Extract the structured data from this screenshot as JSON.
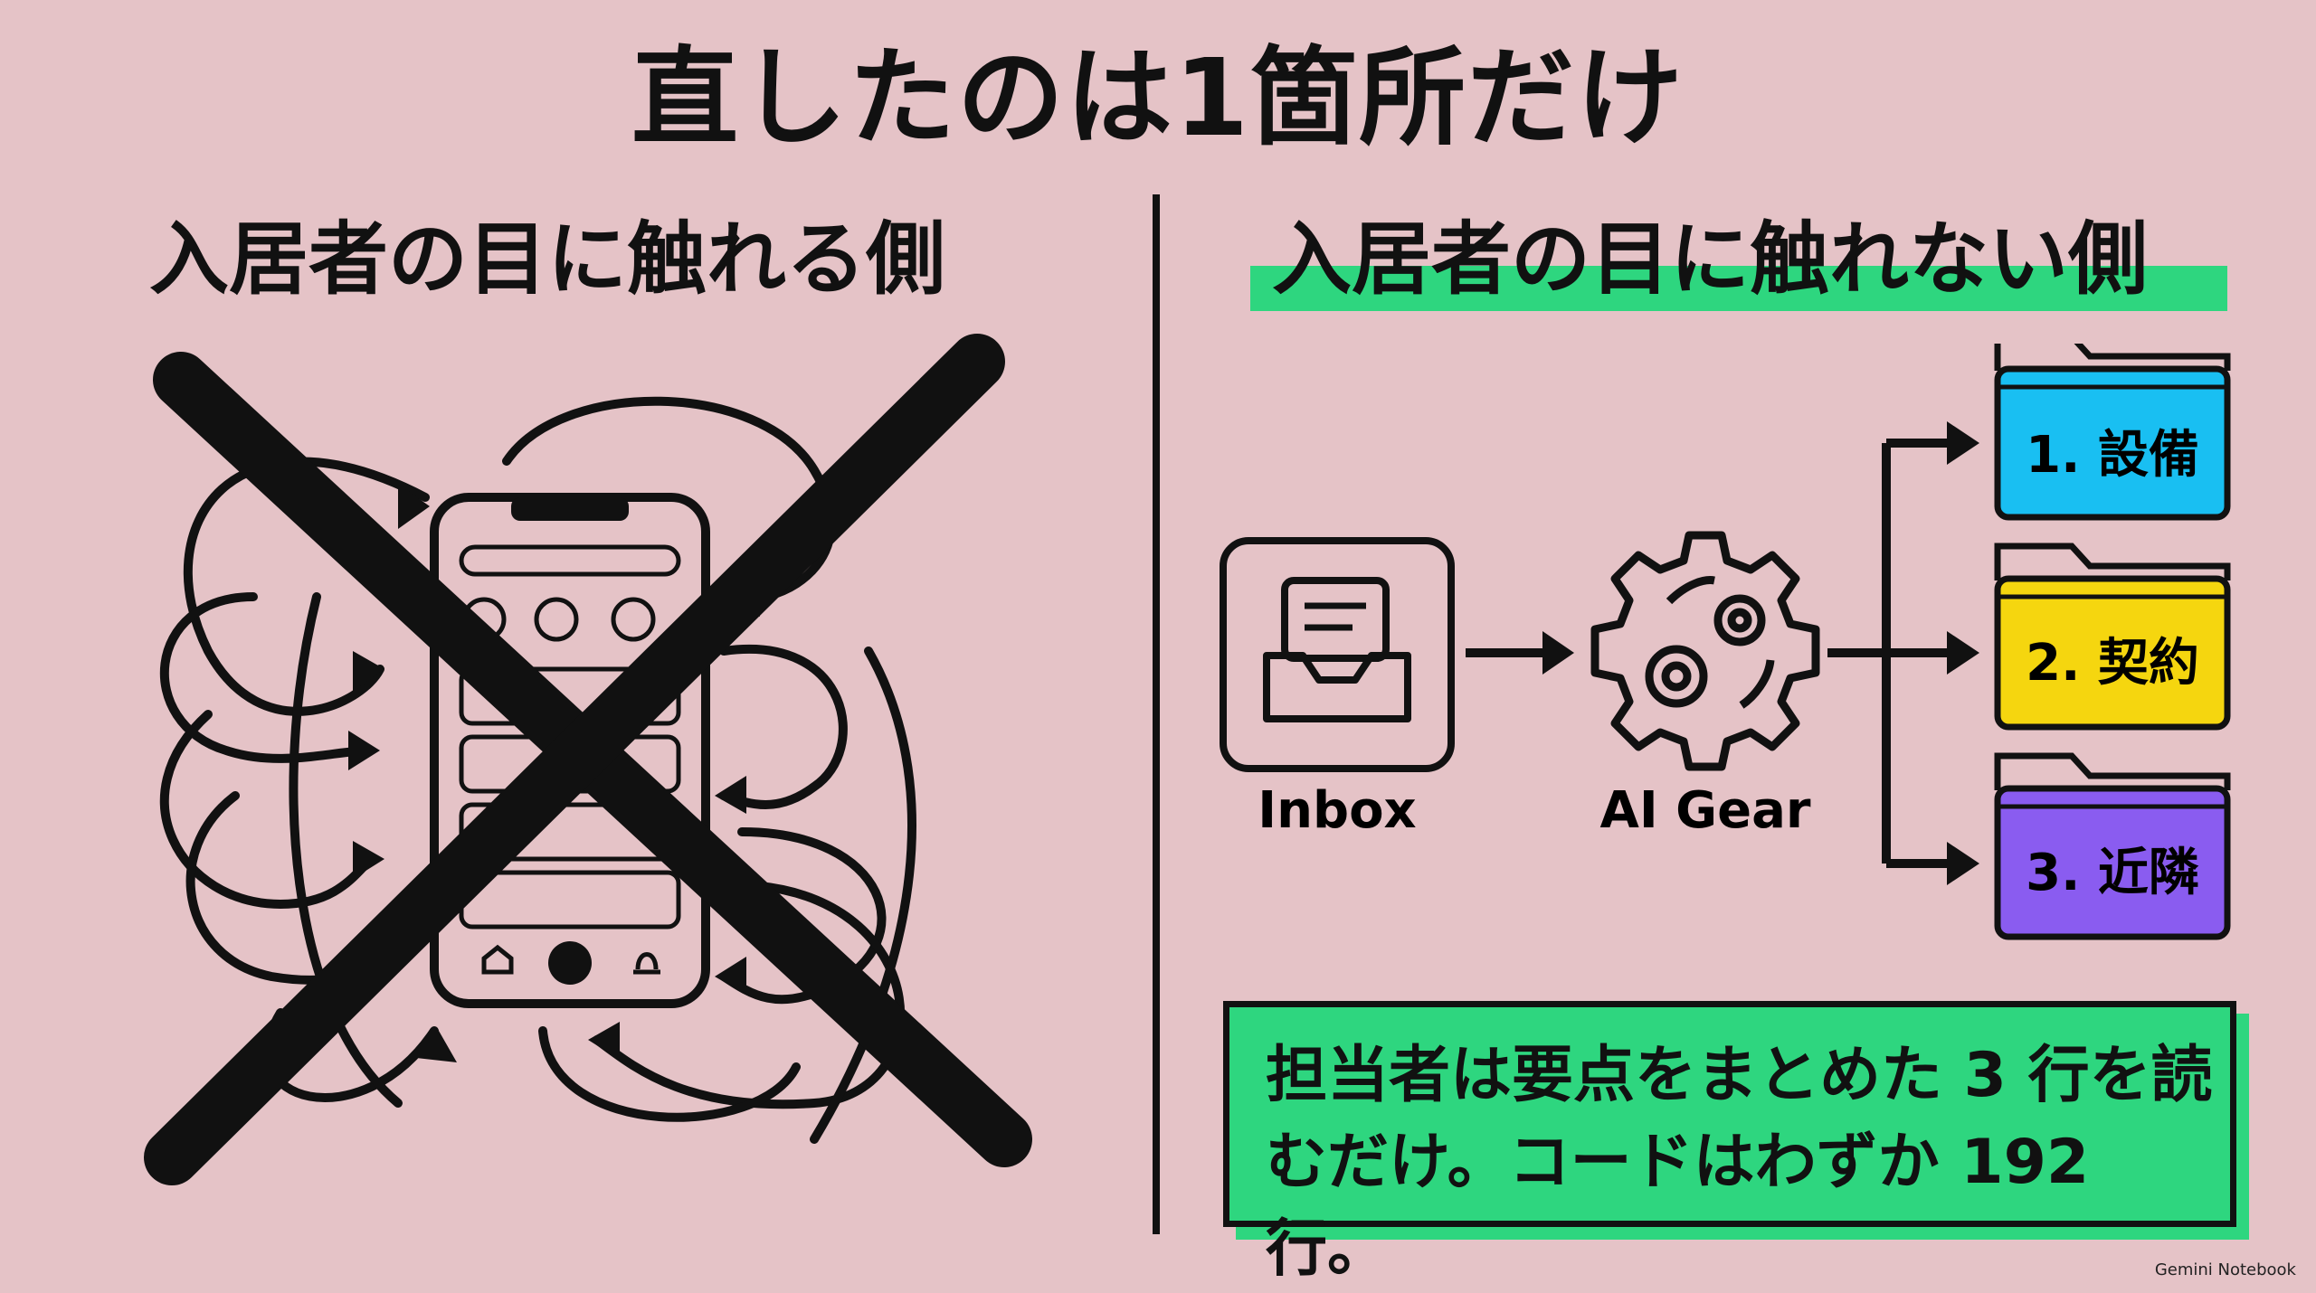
{
  "title": "直したのは1箇所だけ",
  "left": {
    "heading": "入居者の目に触れる側"
  },
  "right": {
    "heading": "入居者の目に触れない側",
    "inbox_label": "Inbox",
    "gear_label": "AI Gear",
    "folders": [
      {
        "label": "1. 設備",
        "color": "#19bff2"
      },
      {
        "label": "2. 契約",
        "color": "#f5d60f"
      },
      {
        "label": "3. 近隣",
        "color": "#8a5cf0"
      }
    ],
    "summary_line1": "担当者は要点をまとめた 3 行を読",
    "summary_line2": "むだけ。コードはわずか 192 行。"
  },
  "colors": {
    "background": "#e5c3c7",
    "accent_green": "#2ed67f"
  },
  "watermark": "Gemini Notebook"
}
